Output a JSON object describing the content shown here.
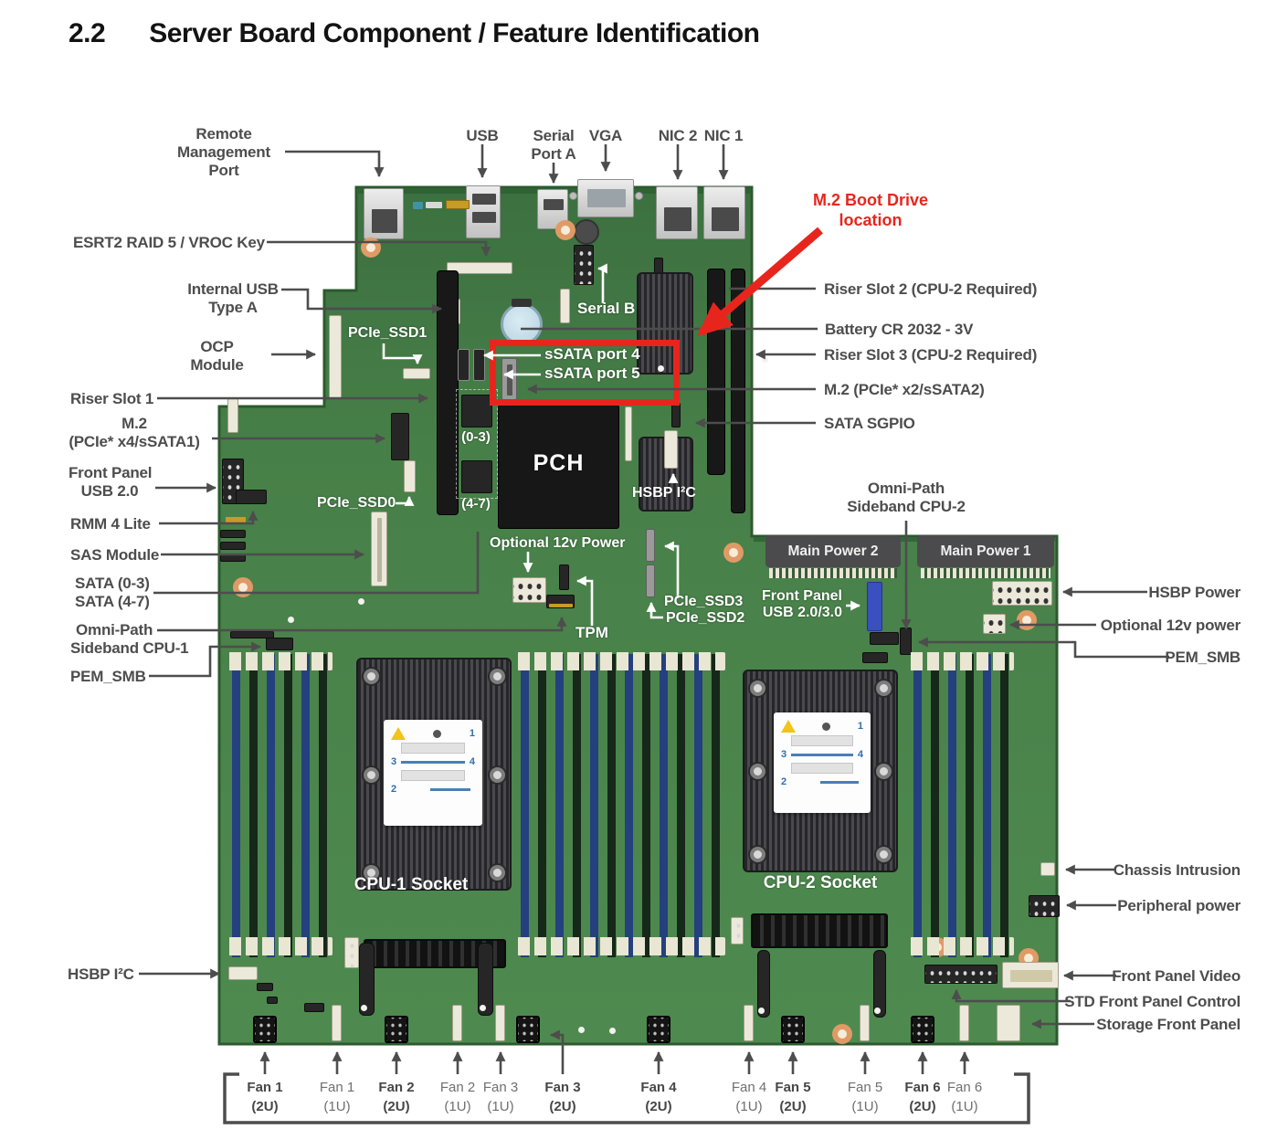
{
  "page": {
    "heading_number": "2.2",
    "heading": "Server Board Component / Feature Identification"
  },
  "annotation": {
    "line1": "M.2 Boot Drive",
    "line2": "location"
  },
  "callouts": {
    "remote_mgmt": {
      "l1": "Remote",
      "l2": "Management",
      "l3": "Port"
    },
    "usb": "USB",
    "serial_a": {
      "l1": "Serial",
      "l2": "Port A"
    },
    "vga": "VGA",
    "nic2": "NIC 2",
    "nic1": "NIC 1",
    "esrt2": "ESRT2 RAID 5 / VROC Key",
    "internal_usb": {
      "l1": "Internal USB",
      "l2": "Type A"
    },
    "ocp": {
      "l1": "OCP",
      "l2": "Module"
    },
    "riser1": "Riser Slot 1",
    "m2_left": {
      "l1": "M.2",
      "l2": "(PCIe* x4/sSATA1)"
    },
    "fp_usb2": {
      "l1": "Front Panel",
      "l2": "USB 2.0"
    },
    "rmm4": "RMM 4 Lite",
    "sas": "SAS Module",
    "sata03": "SATA (0-3)",
    "sata47": "SATA (4-7)",
    "omni1": {
      "l1": "Omni-Path",
      "l2": "Sideband CPU-1"
    },
    "pem1": "PEM_SMB",
    "hsbp_left": "HSBP I²C",
    "riser2": "Riser Slot 2 (CPU-2 Required)",
    "battery": "Battery CR 2032 - 3V",
    "riser3": "Riser Slot 3 (CPU-2 Required)",
    "m2_right": "M.2 (PCIe* x2/sSATA2)",
    "sgpio": "SATA SGPIO",
    "omni2": {
      "l1": "Omni-Path",
      "l2": "Sideband CPU-2"
    },
    "hsbp_power": "HSBP Power",
    "opt12v_right": "Optional 12v power",
    "pem2": "PEM_SMB",
    "chassis": "Chassis Intrusion",
    "periph": "Peripheral power",
    "fpv": "Front Panel Video",
    "stdfp": "STD Front Panel Control",
    "storagefp": "Storage Front Panel"
  },
  "board": {
    "pcie_ssd1": "PCIe_SSD1",
    "serial_b": "Serial B",
    "ssata4": "sSATA port 4",
    "ssata5": "sSATA port 5",
    "sata_03": "(0-3)",
    "sata_47": "(4-7)",
    "pch": "PCH",
    "hsbp_mid": "HSBP I²C",
    "pcie_ssd0": "PCIe_SSD0",
    "opt12v_mid": "Optional 12v Power",
    "tpm": "TPM",
    "pcie_ssd3": "PCIe_SSD3",
    "pcie_ssd2": "PCIe_SSD2",
    "fp_usb3": {
      "l1": "Front Panel",
      "l2": "USB 2.0/3.0"
    },
    "main_power2": "Main Power 2",
    "main_power1": "Main Power 1",
    "cpu1": "CPU-1 Socket",
    "cpu2": "CPU-2 Socket",
    "heatsink_card": {
      "d1": "1",
      "d2": "2",
      "d3": "3",
      "d4": "4"
    }
  },
  "fans": [
    {
      "name": "Fan 1",
      "unit": "(2U)",
      "emphasis": "bold"
    },
    {
      "name": "Fan 1",
      "unit": "(1U)",
      "emphasis": "normal"
    },
    {
      "name": "Fan 2",
      "unit": "(2U)",
      "emphasis": "bold"
    },
    {
      "name": "Fan 2",
      "unit": "(1U)",
      "emphasis": "normal"
    },
    {
      "name": "Fan 3",
      "unit": "(1U)",
      "emphasis": "normal"
    },
    {
      "name": "Fan 3",
      "unit": "(2U)",
      "emphasis": "bold"
    },
    {
      "name": "Fan 4",
      "unit": "(2U)",
      "emphasis": "bold"
    },
    {
      "name": "Fan 4",
      "unit": "(1U)",
      "emphasis": "normal"
    },
    {
      "name": "Fan 5",
      "unit": "(2U)",
      "emphasis": "bold"
    },
    {
      "name": "Fan 5",
      "unit": "(1U)",
      "emphasis": "normal"
    },
    {
      "name": "Fan 6",
      "unit": "(2U)",
      "emphasis": "bold"
    },
    {
      "name": "Fan 6",
      "unit": "(1U)",
      "emphasis": "normal"
    }
  ],
  "colors": {
    "pcb_green": "#47804a",
    "highlight_red": "#e8251d",
    "label_gray": "#4d4d4d"
  }
}
